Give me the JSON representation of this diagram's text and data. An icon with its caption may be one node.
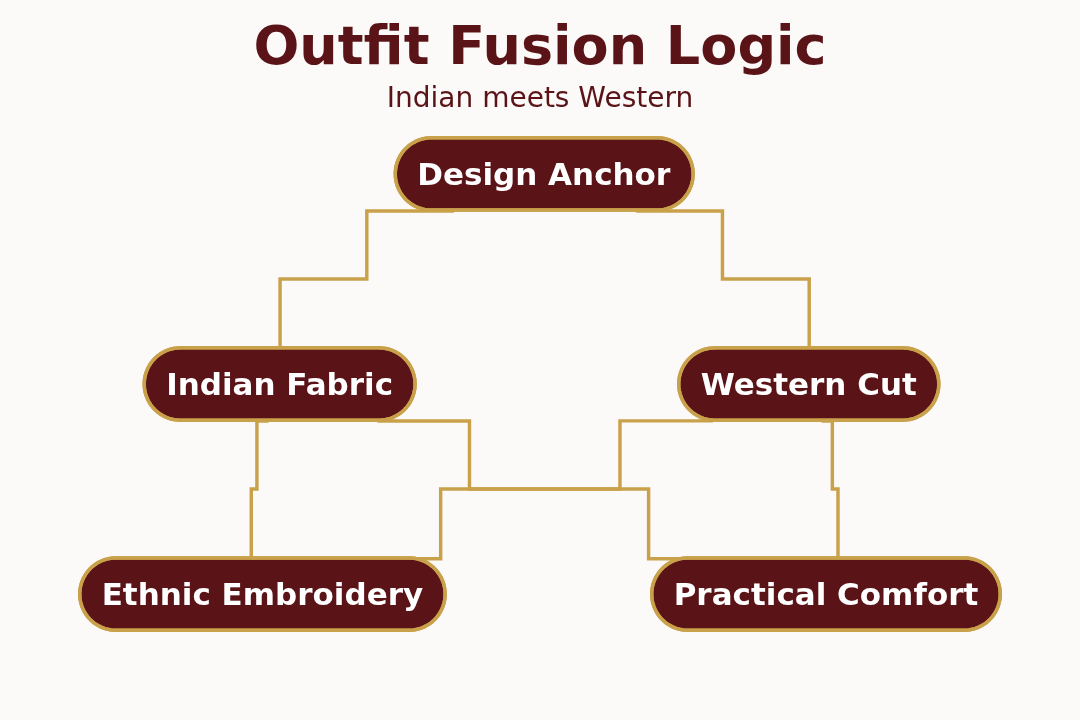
{
  "diagram": {
    "title": "Outfit Fusion Logic",
    "nodes": [
      {
        "text": [
          "Design Anchor"
        ]
      },
      {
        "text": [
          "Indian Fabric"
        ]
      },
      {
        "text": [
          "Western Cut"
        ]
      },
      {
        "text": [
          "Ethnic Embroidery"
        ]
      },
      {
        "text": [
          "Practical Comfort"
        ]
      }
    ],
    "edges": [
      {
        "from": 0,
        "to": 1,
        "arrow": "none"
      },
      {
        "from": 0,
        "to": 2,
        "arrow": "none"
      },
      {
        "from": 1,
        "to": 3,
        "arrow": "none"
      },
      {
        "from": 1,
        "to": 4,
        "arrow": "none"
      },
      {
        "from": 2,
        "to": 3,
        "arrow": "none"
      },
      {
        "from": 2,
        "to": 4,
        "arrow": "none"
      }
    ],
    "labels": [
      "Indian meets Western"
    ]
  }
}
